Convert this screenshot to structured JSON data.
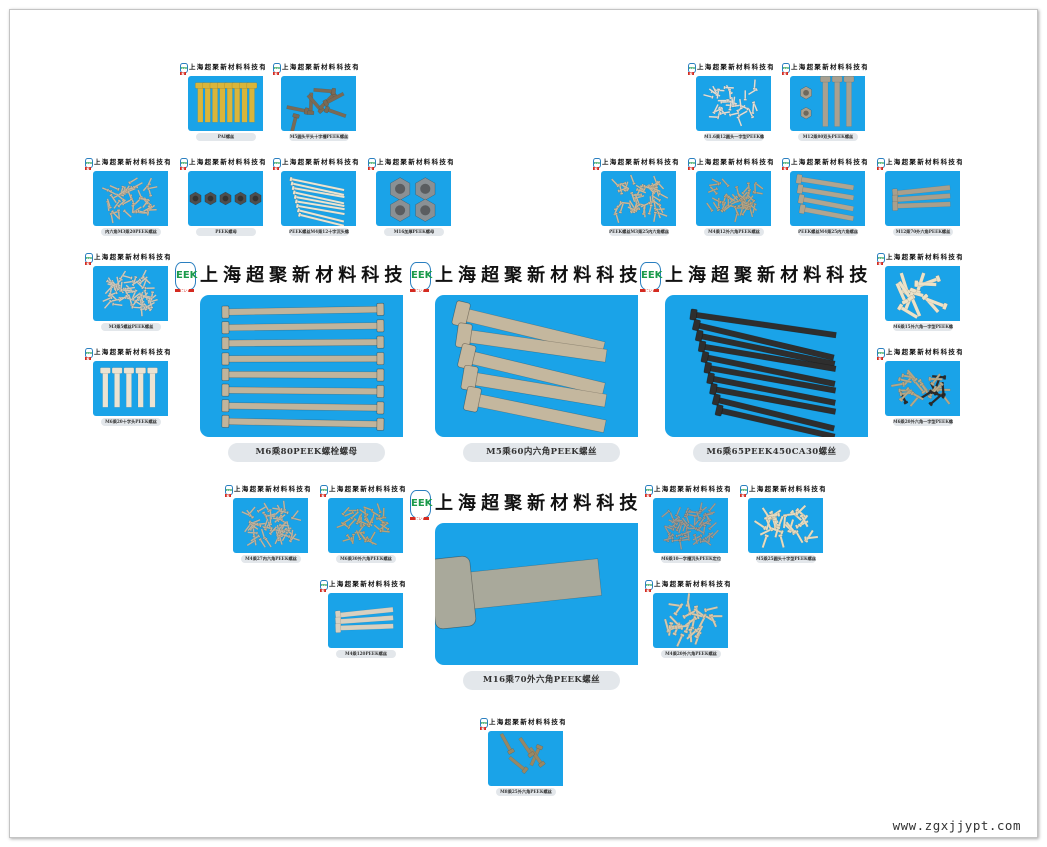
{
  "company": {
    "name": "上海超聚新材料科技有限公司",
    "logo_text": "EEK",
    "badge_text": "聚"
  },
  "colors": {
    "picture_bg": "#1aa3e8",
    "caption_bg": "#e3e7eb"
  },
  "tiles": [
    {
      "caption": "PAI螺丝",
      "size": "small",
      "kind": "vertical",
      "n": 8,
      "color": "#d9b53a"
    },
    {
      "caption": "M5圆头平头十字槽PEEK螺丝",
      "size": "small",
      "kind": "pile",
      "n": 8,
      "color": "#7a6a55"
    },
    {
      "caption": "内六角M3乘20PEEK螺丝",
      "size": "small",
      "kind": "pile",
      "n": 45,
      "color": "#c8b8a0"
    },
    {
      "caption": "PEEK螺母",
      "size": "small",
      "kind": "nutrow",
      "n": 5,
      "color": "#4e4e4e"
    },
    {
      "caption": "PEEK螺丝M4乘12十字沉头螺丝",
      "size": "small",
      "kind": "diag",
      "n": 9,
      "color": "#ece5d2"
    },
    {
      "caption": "M16加厚PEEK螺母",
      "size": "small",
      "kind": "nutgrid",
      "n": 4,
      "color": "#8a9094"
    },
    {
      "caption": "M1.6乘12圆头一字型PEEK螺丝",
      "size": "small",
      "kind": "pile",
      "n": 35,
      "color": "#e2dfd8"
    },
    {
      "caption": "M12乘80双头PEEK螺丝",
      "size": "small",
      "kind": "studs",
      "n": 3,
      "color": "#a8a090"
    },
    {
      "caption": "PEEK螺丝M3乘25内六角螺丝",
      "size": "small",
      "kind": "pile",
      "n": 55,
      "color": "#cbbb9f"
    },
    {
      "caption": "M4乘12外六角PEEK螺丝",
      "size": "small",
      "kind": "pile",
      "n": 50,
      "color": "#b5a688"
    },
    {
      "caption": "PEEK螺丝M4乘25内六角螺丝",
      "size": "small",
      "kind": "diag",
      "n": 4,
      "color": "#b0a590"
    },
    {
      "caption": "M12乘70外六角PEEK螺丝",
      "size": "small",
      "kind": "rods",
      "n": 3,
      "color": "#a89f8c"
    },
    {
      "caption": "M3乘5螺丝PEEK螺丝",
      "size": "small",
      "kind": "pile",
      "n": 60,
      "color": "#cfcabd"
    },
    {
      "caption": "M6乘20十字头PEEK螺丝",
      "size": "small",
      "kind": "vertical",
      "n": 5,
      "color": "#ebe3d2"
    },
    {
      "caption": "M6乘15外六角一字型PEEK螺丝",
      "size": "small",
      "kind": "pile",
      "n": 12,
      "color": "#ece2c8"
    },
    {
      "caption": "M6乘20外六角一字型PEEK螺丝",
      "size": "small",
      "kind": "pile",
      "n": 30,
      "color": "#b5a888",
      "color2": "#2a2a2a"
    },
    {
      "caption": "M6乘80PEEK螺栓螺母",
      "size": "large",
      "kind": "rods2",
      "n": 8,
      "color": "#c0b49c"
    },
    {
      "caption": "M5乘60内六角PEEK螺丝",
      "size": "large",
      "kind": "diag",
      "n": 5,
      "color": "#c4b79e"
    },
    {
      "caption": "M6乘65PEEK450CA30螺丝",
      "size": "large",
      "kind": "diag",
      "n": 10,
      "color": "#2e2e2e"
    },
    {
      "caption": "M4乘27内六角PEEK螺丝",
      "size": "small",
      "kind": "pile",
      "n": 60,
      "color": "#bfb5a2"
    },
    {
      "caption": "M6乘30外六角PEEK螺丝",
      "size": "small",
      "kind": "pile",
      "n": 40,
      "color": "#b8a680"
    },
    {
      "caption": "M6乘10一字槽沉头PEEK定位螺丝",
      "size": "small",
      "kind": "pile",
      "n": 60,
      "color": "#9c9a94"
    },
    {
      "caption": "M5乘25圆头十字型PEEK螺丝",
      "size": "small",
      "kind": "pile",
      "n": 30,
      "color": "#e6dcc0"
    },
    {
      "caption": "M4乘120PEEK螺丝",
      "size": "small",
      "kind": "rods",
      "n": 3,
      "color": "#d8d0c0"
    },
    {
      "caption": "M16乘70外六角PEEK螺丝",
      "size": "large",
      "kind": "big",
      "n": 1,
      "color": "#a9a99b"
    },
    {
      "caption": "M4乘20外六角PEEK螺丝",
      "size": "small",
      "kind": "pile",
      "n": 30,
      "color": "#d6c9ae"
    },
    {
      "caption": "M8乘25外六角PEEK螺丝",
      "size": "small",
      "kind": "pile",
      "n": 5,
      "color": "#978765"
    }
  ],
  "watermark": "www.zgxjjypt.com"
}
